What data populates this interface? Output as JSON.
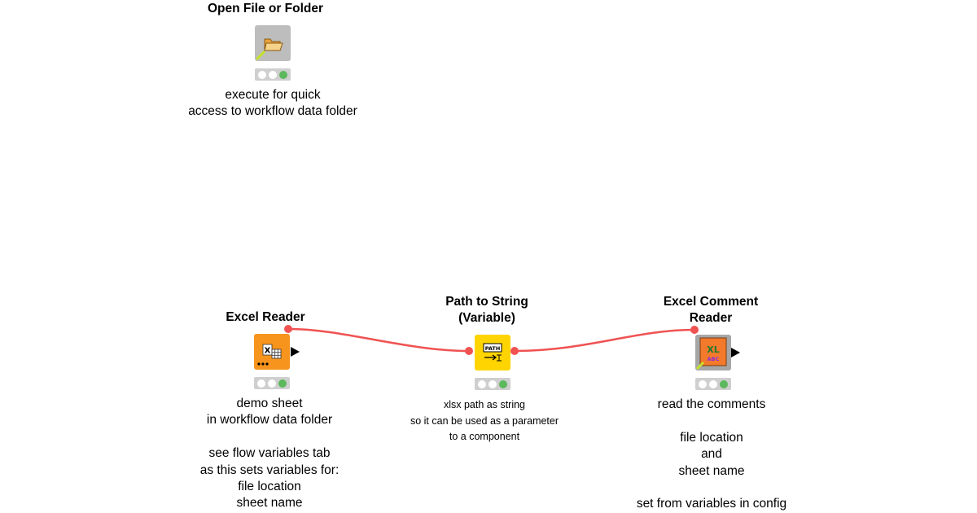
{
  "nodes": {
    "open_file": {
      "title": "Open File or Folder",
      "annotation": "execute for quick\naccess to workflow data folder",
      "icon": "folder-icon",
      "color": "#bdbdbd"
    },
    "excel_reader": {
      "title": "Excel Reader",
      "annotation": "demo sheet\nin workflow data folder\n\nsee flow variables tab\nas this sets variables for:\nfile location\nsheet name",
      "icon": "excel-table-icon",
      "color": "#f7941d"
    },
    "path_to_string": {
      "title": "Path to String\n(Variable)",
      "annotation": "xlsx path as string\nso it can be used as a parameter\nto a component",
      "icon": "path-icon",
      "color": "#ffd400",
      "icon_text": "PATH"
    },
    "excel_comment_reader": {
      "title": "Excel Comment\nReader",
      "annotation": "read the comments\n\nfile location\nand\nsheet name\n\nset from variables in config",
      "icon": "excel-comment-icon",
      "color": "#a6a6a6",
      "icon_text": "XL",
      "icon_sub": "ABC"
    }
  },
  "colors": {
    "wire": "#f05252",
    "status_green": "#5cb85c",
    "status_off": "#ffffff"
  }
}
